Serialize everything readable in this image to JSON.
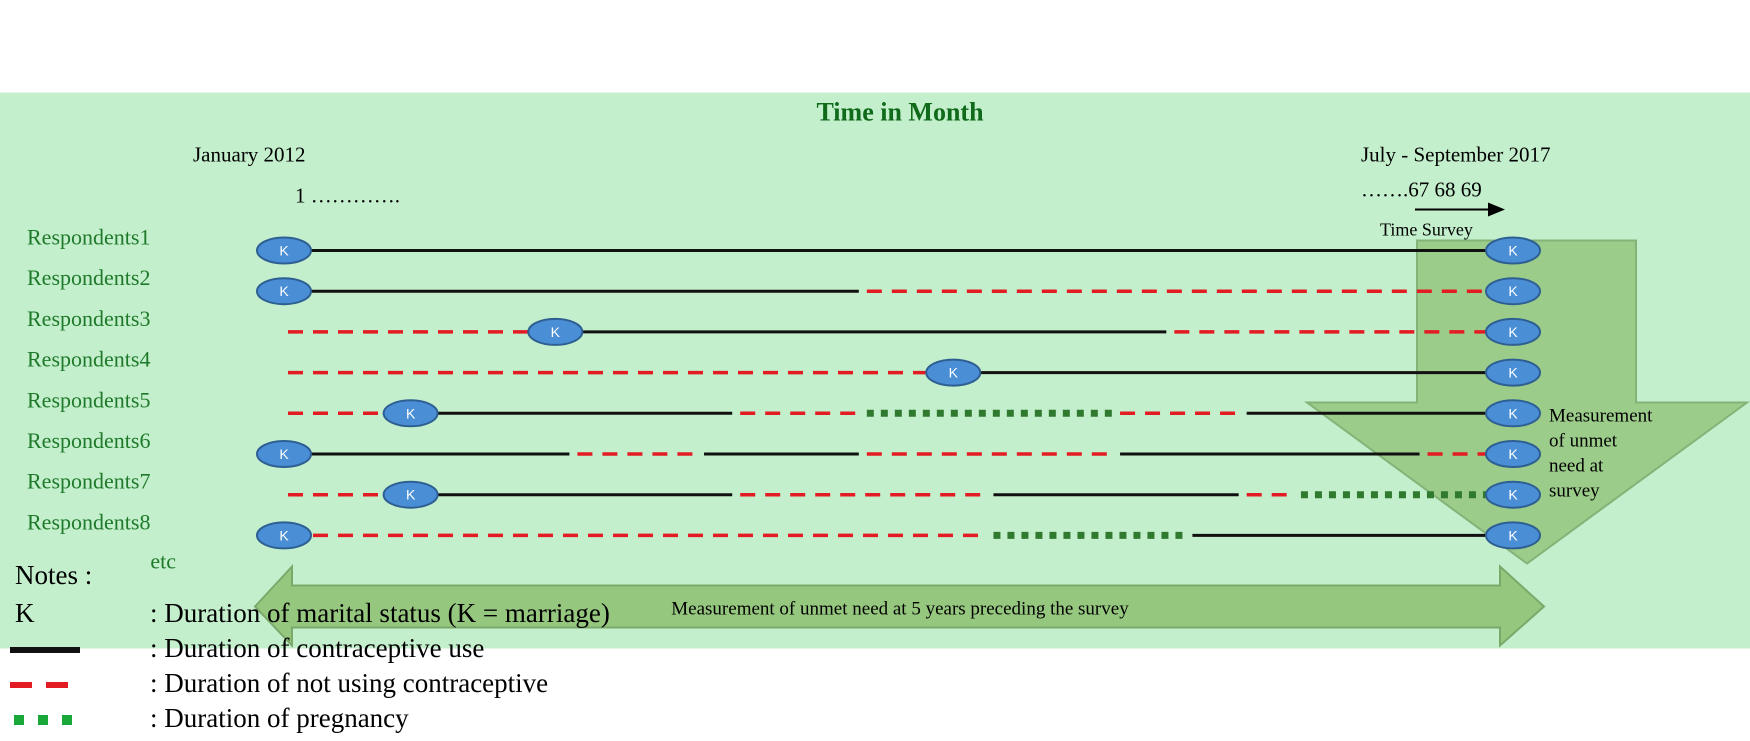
{
  "title": "Time in Month",
  "start_label": "January 2012",
  "end_label": "July - September 2017",
  "month_start": "1 ………….",
  "month_end": "…….67 68 69",
  "time_survey": "Time Survey",
  "marriage_symbol": "K",
  "respondents": [
    {
      "label": "Respondents1",
      "segments": [
        {
          "type": "use",
          "from": 1,
          "to": 69
        }
      ],
      "marriage_month": 1
    },
    {
      "label": "Respondents2",
      "segments": [
        {
          "type": "use",
          "from": 1,
          "to": 33
        },
        {
          "type": "not_using",
          "from": 33,
          "to": 69
        }
      ],
      "marriage_month": 1
    },
    {
      "label": "Respondents3",
      "segments": [
        {
          "type": "not_using",
          "from": 1,
          "to": 16
        },
        {
          "type": "use",
          "from": 16,
          "to": 50
        },
        {
          "type": "not_using",
          "from": 50,
          "to": 69
        }
      ],
      "marriage_month": 16
    },
    {
      "label": "Respondents4",
      "segments": [
        {
          "type": "not_using",
          "from": 1,
          "to": 38
        },
        {
          "type": "use",
          "from": 38,
          "to": 69
        }
      ],
      "marriage_month": 38
    },
    {
      "label": "Respondents5",
      "segments": [
        {
          "type": "not_using",
          "from": 1,
          "to": 8
        },
        {
          "type": "use",
          "from": 8,
          "to": 26
        },
        {
          "type": "not_using",
          "from": 26,
          "to": 33
        },
        {
          "type": "pregnancy",
          "from": 33,
          "to": 47
        },
        {
          "type": "not_using",
          "from": 47,
          "to": 54
        },
        {
          "type": "use",
          "from": 54,
          "to": 69
        }
      ],
      "marriage_month": 8
    },
    {
      "label": "Respondents6",
      "segments": [
        {
          "type": "use",
          "from": 1,
          "to": 17
        },
        {
          "type": "not_using",
          "from": 17,
          "to": 24
        },
        {
          "type": "use",
          "from": 24,
          "to": 33
        },
        {
          "type": "not_using",
          "from": 33,
          "to": 47
        },
        {
          "type": "use",
          "from": 47,
          "to": 64
        },
        {
          "type": "not_using",
          "from": 64,
          "to": 69
        }
      ],
      "marriage_month": 1
    },
    {
      "label": "Respondents7",
      "segments": [
        {
          "type": "not_using",
          "from": 1,
          "to": 8
        },
        {
          "type": "use",
          "from": 8,
          "to": 26
        },
        {
          "type": "not_using",
          "from": 26,
          "to": 40
        },
        {
          "type": "use",
          "from": 40,
          "to": 54
        },
        {
          "type": "not_using",
          "from": 54,
          "to": 57
        },
        {
          "type": "pregnancy",
          "from": 57,
          "to": 69
        }
      ],
      "marriage_month": 8
    },
    {
      "label": "Respondents8",
      "segments": [
        {
          "type": "not_using",
          "from": 1,
          "to": 40
        },
        {
          "type": "pregnancy",
          "from": 40,
          "to": 51
        },
        {
          "type": "use",
          "from": 51,
          "to": 69
        }
      ],
      "marriage_month": 1
    }
  ],
  "etc_label": "etc",
  "survey_arrow_text": "Measurement of unmet need at survey",
  "survey_arrow_lines": [
    "Measurement",
    "of unmet",
    "need at",
    "survey"
  ],
  "five_year_text": "Measurement of unmet need at 5 years preceding the survey",
  "notes": {
    "title": "Notes :",
    "items": [
      {
        "symbol": "K",
        "text": ": Duration of marital status (K = marriage)"
      },
      {
        "symbol": "contraceptive-use-line",
        "text": ": Duration of contraceptive use"
      },
      {
        "symbol": "not-using-line",
        "text": ": Duration of not using contraceptive"
      },
      {
        "symbol": "pregnancy-line",
        "text": ": Duration of pregnancy"
      }
    ]
  },
  "colors": {
    "background": "#c4efcc",
    "title": "#0f6a1a",
    "respondent_label": "#1e7a2a",
    "use": "#111111",
    "not_using": "#e31b23",
    "pregnancy": "#2f7a2f",
    "pregnancy_legend": "#19a83a",
    "marriage_fill": "#4a8ed6",
    "marriage_stroke": "#2e5f93",
    "arrow_fill": "#96c77f",
    "arrow_stroke": "#7aa96a"
  }
}
